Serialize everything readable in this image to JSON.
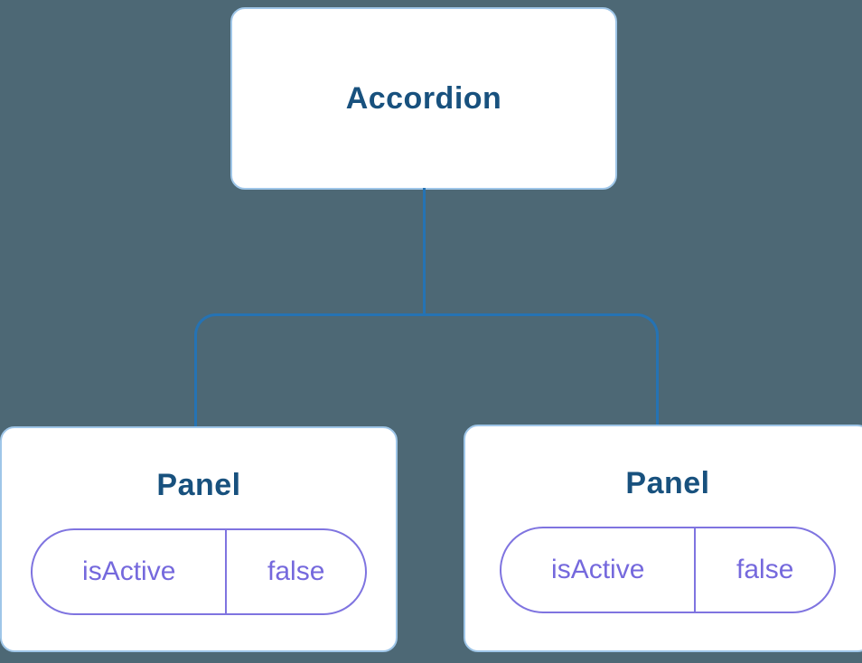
{
  "diagram": {
    "root": {
      "label": "Accordion"
    },
    "panels": [
      {
        "label": "Panel",
        "prop_name": "isActive",
        "prop_value": "false"
      },
      {
        "label": "Panel",
        "prop_name": "isActive",
        "prop_value": "false"
      }
    ]
  },
  "colors": {
    "background": "#4d6875",
    "connector": "#2573b4",
    "box_border": "#9fc6e8",
    "title_text": "#18517e",
    "prop_text": "#7569dd",
    "prop_border": "#7f74e0"
  }
}
